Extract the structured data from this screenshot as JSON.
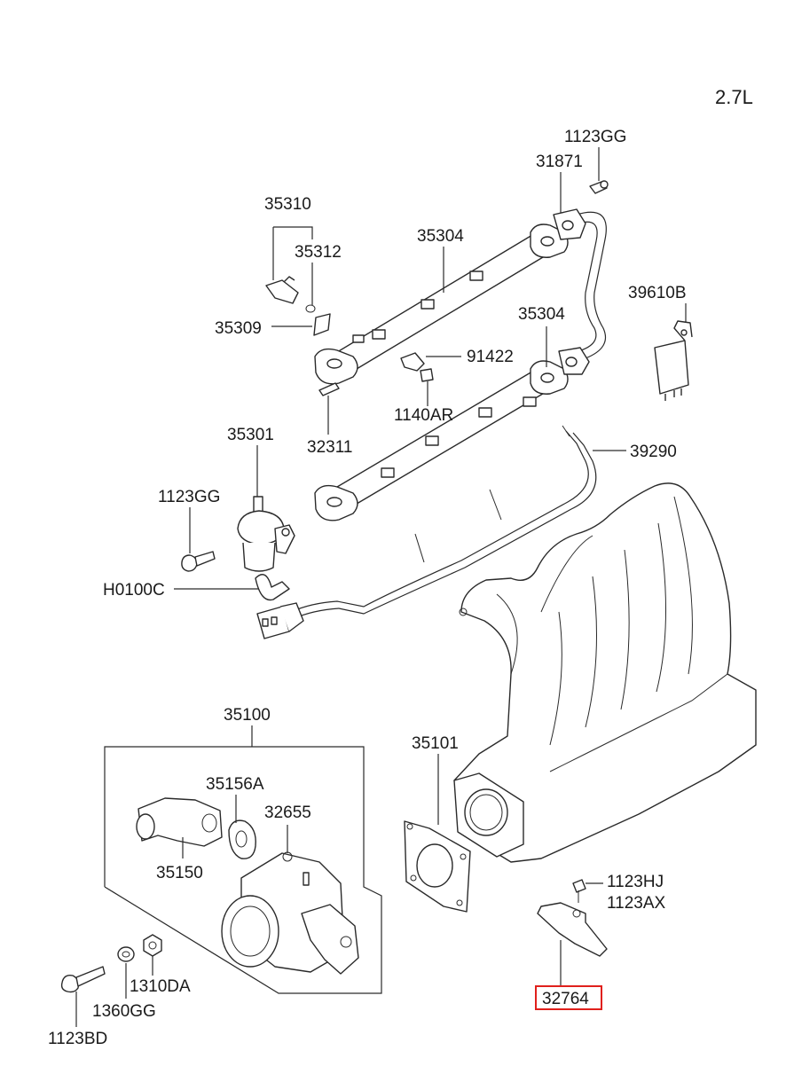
{
  "engine": "2.7L",
  "highlight_color": "#e0201c",
  "callouts": {
    "p1123GG_top": "1123GG",
    "p31871": "31871",
    "p35310": "35310",
    "p35312": "35312",
    "p35304_upper": "35304",
    "p39610B": "39610B",
    "p35309": "35309",
    "p35304_lower": "35304",
    "p91422": "91422",
    "p1140AR": "1140AR",
    "p32311": "32311",
    "p35301": "35301",
    "p39290": "39290",
    "p1123GG_left": "1123GG",
    "pH0100C": "H0100C",
    "p35100": "35100",
    "p35101": "35101",
    "p35156A": "35156A",
    "p32655": "32655",
    "p35150": "35150",
    "p1123HJ": "1123HJ",
    "p1123AX": "1123AX",
    "p32764": "32764",
    "p1310DA": "1310DA",
    "p1360GG": "1360GG",
    "p1123BD": "1123BD"
  }
}
